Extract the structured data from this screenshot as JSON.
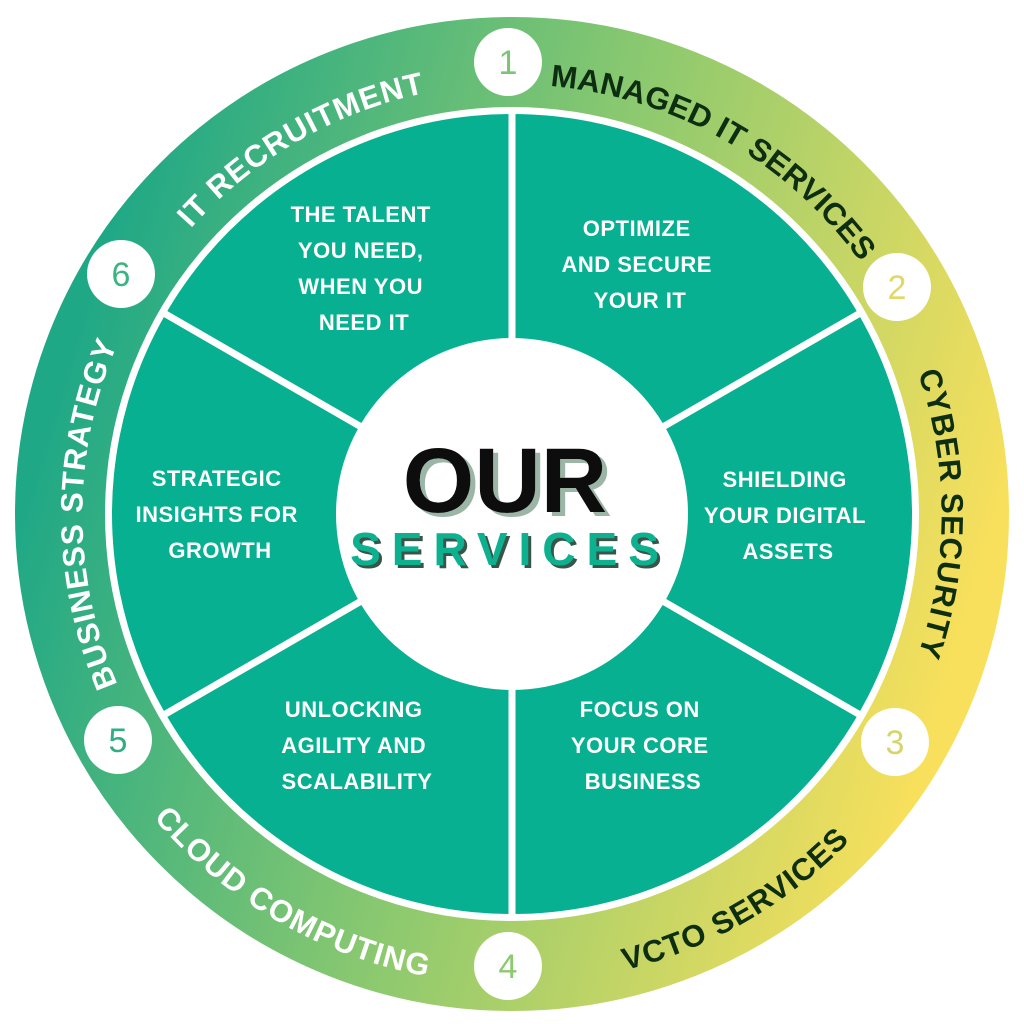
{
  "title": {
    "line1": "OUR",
    "line2": "SERVICES"
  },
  "colors": {
    "teal": "#07b090",
    "ring_left": "#22a884",
    "ring_mid": "#8cc96f",
    "ring_right": "#f9e05c",
    "dark_text": "#0e2e12"
  },
  "services": [
    {
      "number": "1",
      "name": "MANAGED IT SERVICES",
      "tagline": [
        "OPTIMIZE",
        "AND SECURE",
        "YOUR IT"
      ]
    },
    {
      "number": "2",
      "name": "CYBER SECURITY",
      "tagline": [
        "SHIELDING",
        "YOUR DIGITAL",
        "ASSETS"
      ]
    },
    {
      "number": "3",
      "name": "VCTO SERVICES",
      "tagline": [
        "FOCUS ON",
        "YOUR CORE",
        "BUSINESS"
      ]
    },
    {
      "number": "4",
      "name": "CLOUD COMPUTING",
      "tagline": [
        "UNLOCKING",
        "AGILITY AND",
        "SCALABILITY"
      ]
    },
    {
      "number": "5",
      "name": "BUSINESS STRATEGY",
      "tagline": [
        "STRATEGIC",
        "INSIGHTS FOR",
        "GROWTH"
      ]
    },
    {
      "number": "6",
      "name": "IT RECRUITMENT",
      "tagline": [
        "THE TALENT",
        "YOU NEED,",
        "WHEN YOU",
        "NEED IT"
      ]
    }
  ]
}
